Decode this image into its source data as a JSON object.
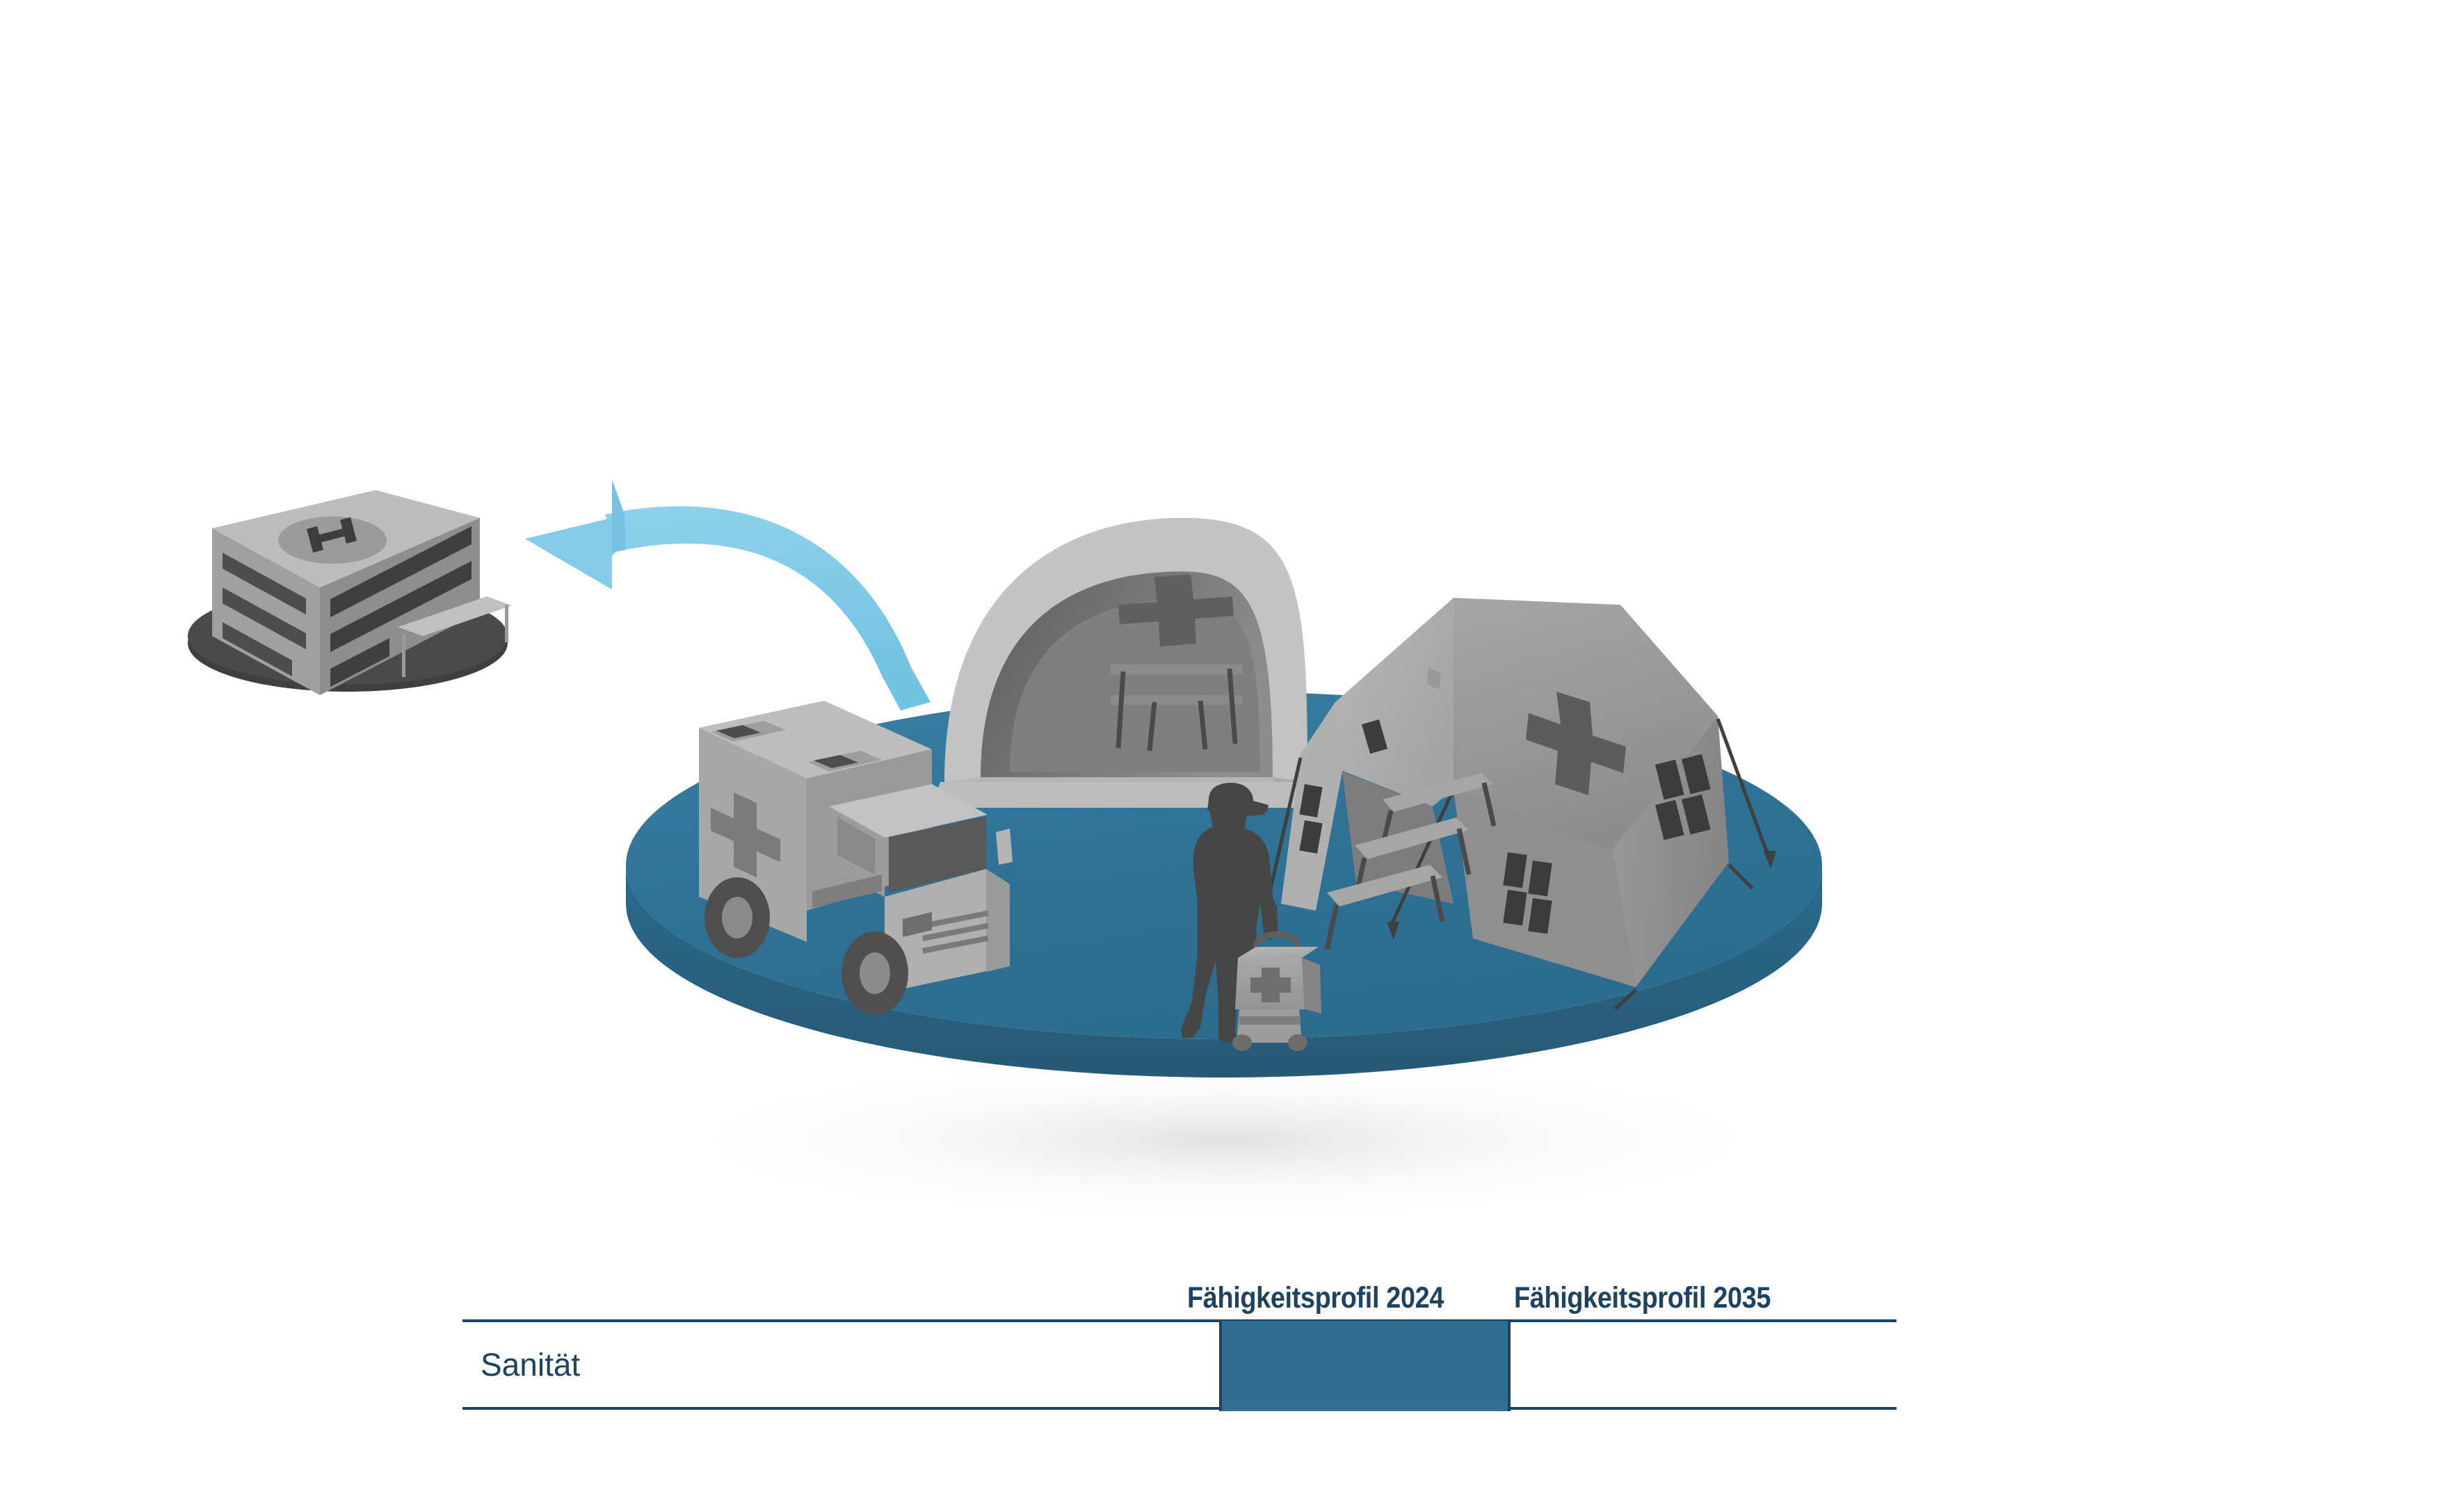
{
  "illustration": {
    "alt_name": "medical-service-capability-scene",
    "colors": {
      "platform_top": "#2f7296",
      "platform_side": "#2a6383",
      "arrow_blue": "#7cc8e5",
      "hospital_base": "#404040",
      "equipment_light": "#b5b5b5",
      "equipment_mid": "#9a9a9a",
      "equipment_dark": "#6e6e6e",
      "figure_dark": "#4a4a4a",
      "background": "#ffffff"
    },
    "objects": [
      {
        "name": "hospital-building",
        "label": "H"
      },
      {
        "name": "transfer-arrow",
        "label": ""
      },
      {
        "name": "ambulance-vehicle",
        "label": ""
      },
      {
        "name": "dome-medical-tent",
        "label": ""
      },
      {
        "name": "field-hospital-tent",
        "label": ""
      },
      {
        "name": "soldier-figure",
        "label": ""
      },
      {
        "name": "first-aid-case",
        "label": ""
      },
      {
        "name": "blue-platform",
        "label": ""
      }
    ]
  },
  "table": {
    "columns": [
      {
        "key": "label",
        "header": ""
      },
      {
        "key": "2024",
        "header": "Fähigkeitsprofil 2024"
      },
      {
        "key": "2035",
        "header": "Fähigkeitsprofil 2035"
      }
    ],
    "rows": [
      {
        "label": "Sanität",
        "filled_2024": true,
        "filled_2035": false
      }
    ],
    "accent_color": "#2f6c90",
    "line_color": "#1d4360"
  }
}
